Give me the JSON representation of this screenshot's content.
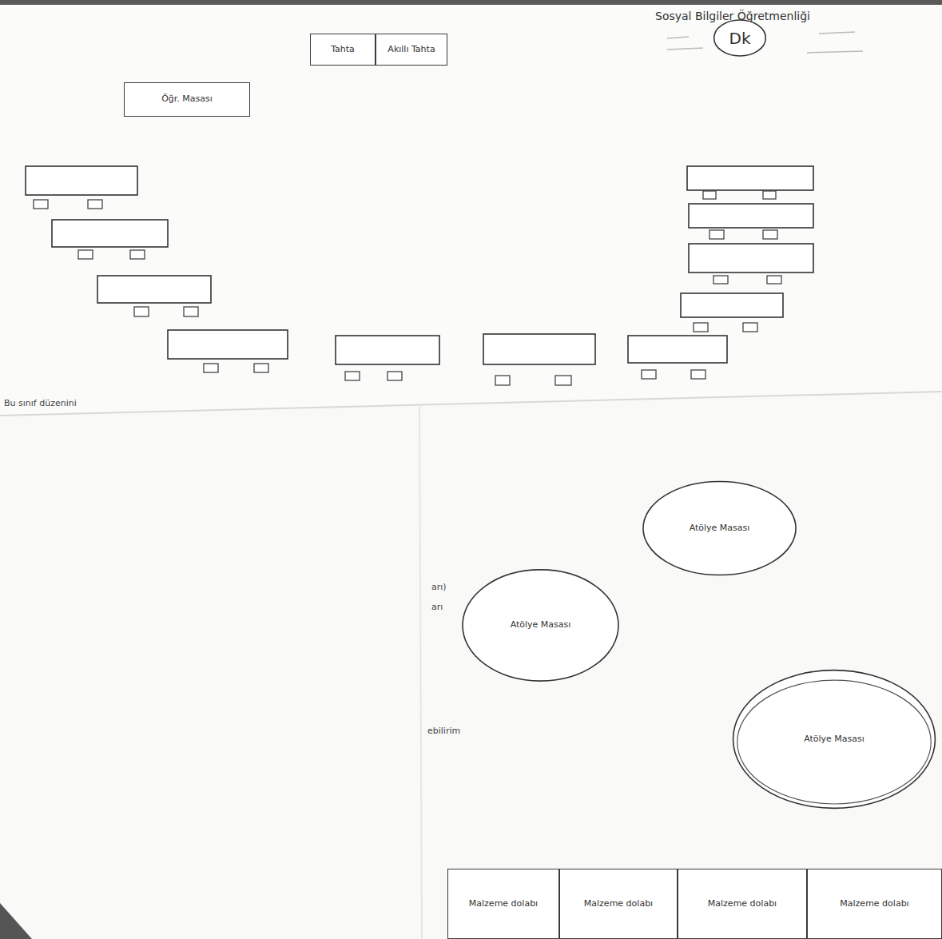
{
  "diagram": {
    "title": "Sosyal Bilgiler Öğretmenliği",
    "nodes": [
      {
        "text": [
          "Tahta"
        ]
      },
      {
        "text": [
          "Akıllı Tahta"
        ]
      },
      {
        "text": [
          "Dk"
        ]
      },
      {
        "text": [
          "Öğr. Masası"
        ]
      },
      {
        "text": [
          "Atölye Masası"
        ]
      },
      {
        "text": [
          "Atölye Masası"
        ]
      },
      {
        "text": [
          "Atölye Masası"
        ]
      },
      {
        "text": [
          "Malzeme dolabı"
        ]
      },
      {
        "text": [
          "Malzeme dolabı"
        ]
      },
      {
        "text": [
          "Malzeme dolabı"
        ]
      },
      {
        "text": [
          "Malzeme dolabı"
        ]
      }
    ],
    "labels": [
      "Bu sınıf düzenini",
      "arı)",
      "arı",
      "ebilirim"
    ]
  }
}
